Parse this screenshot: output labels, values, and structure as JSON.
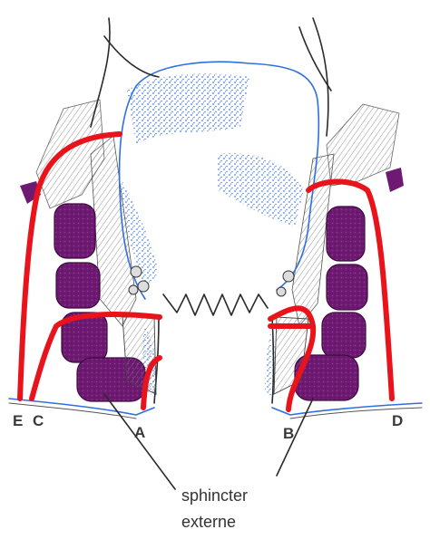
{
  "labels": {
    "E": "E",
    "C": "C",
    "A": "A",
    "B": "B",
    "D": "D"
  },
  "caption": {
    "line1": "sphincter",
    "line2": "externe"
  },
  "colors": {
    "path_red": "#e8131b",
    "muscle_purple": "#6e1a72",
    "mucosa_blue": "#2f6fe0",
    "outline": "#2a2a2a"
  }
}
